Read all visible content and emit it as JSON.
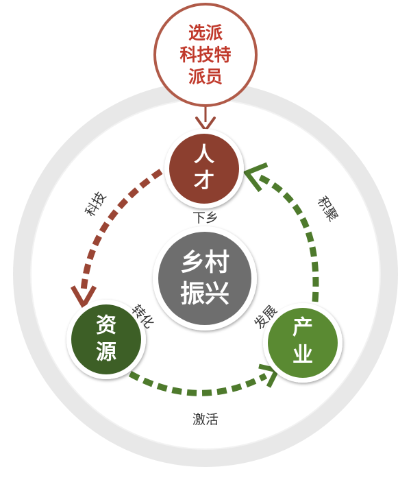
{
  "nodes": {
    "top": {
      "lines": [
        "选派",
        "科技特",
        "派员"
      ]
    },
    "talent": {
      "lines": [
        "人",
        "才"
      ]
    },
    "center": {
      "lines": [
        "乡村",
        "振兴"
      ]
    },
    "resources": {
      "lines": [
        "资",
        "源"
      ]
    },
    "industry": {
      "lines": [
        "产",
        "业"
      ]
    }
  },
  "edge_labels": {
    "talent_down": "下乡",
    "tech": "科技",
    "gather": "积聚",
    "transform": "转化",
    "develop": "发展",
    "activate": "激活"
  },
  "colors": {
    "talent": "#8c3f2f",
    "talent_ring": "#9b4a3a",
    "top_ring": "#b05a48",
    "top_text": "#c0392b",
    "center": "#6e6e6e",
    "resources": "#3d5f26",
    "industry": "#5a8a32",
    "green_arrow": "#4e7a2c",
    "red_arrow": "#9a4534",
    "outer_band": "#e8e8e8"
  }
}
